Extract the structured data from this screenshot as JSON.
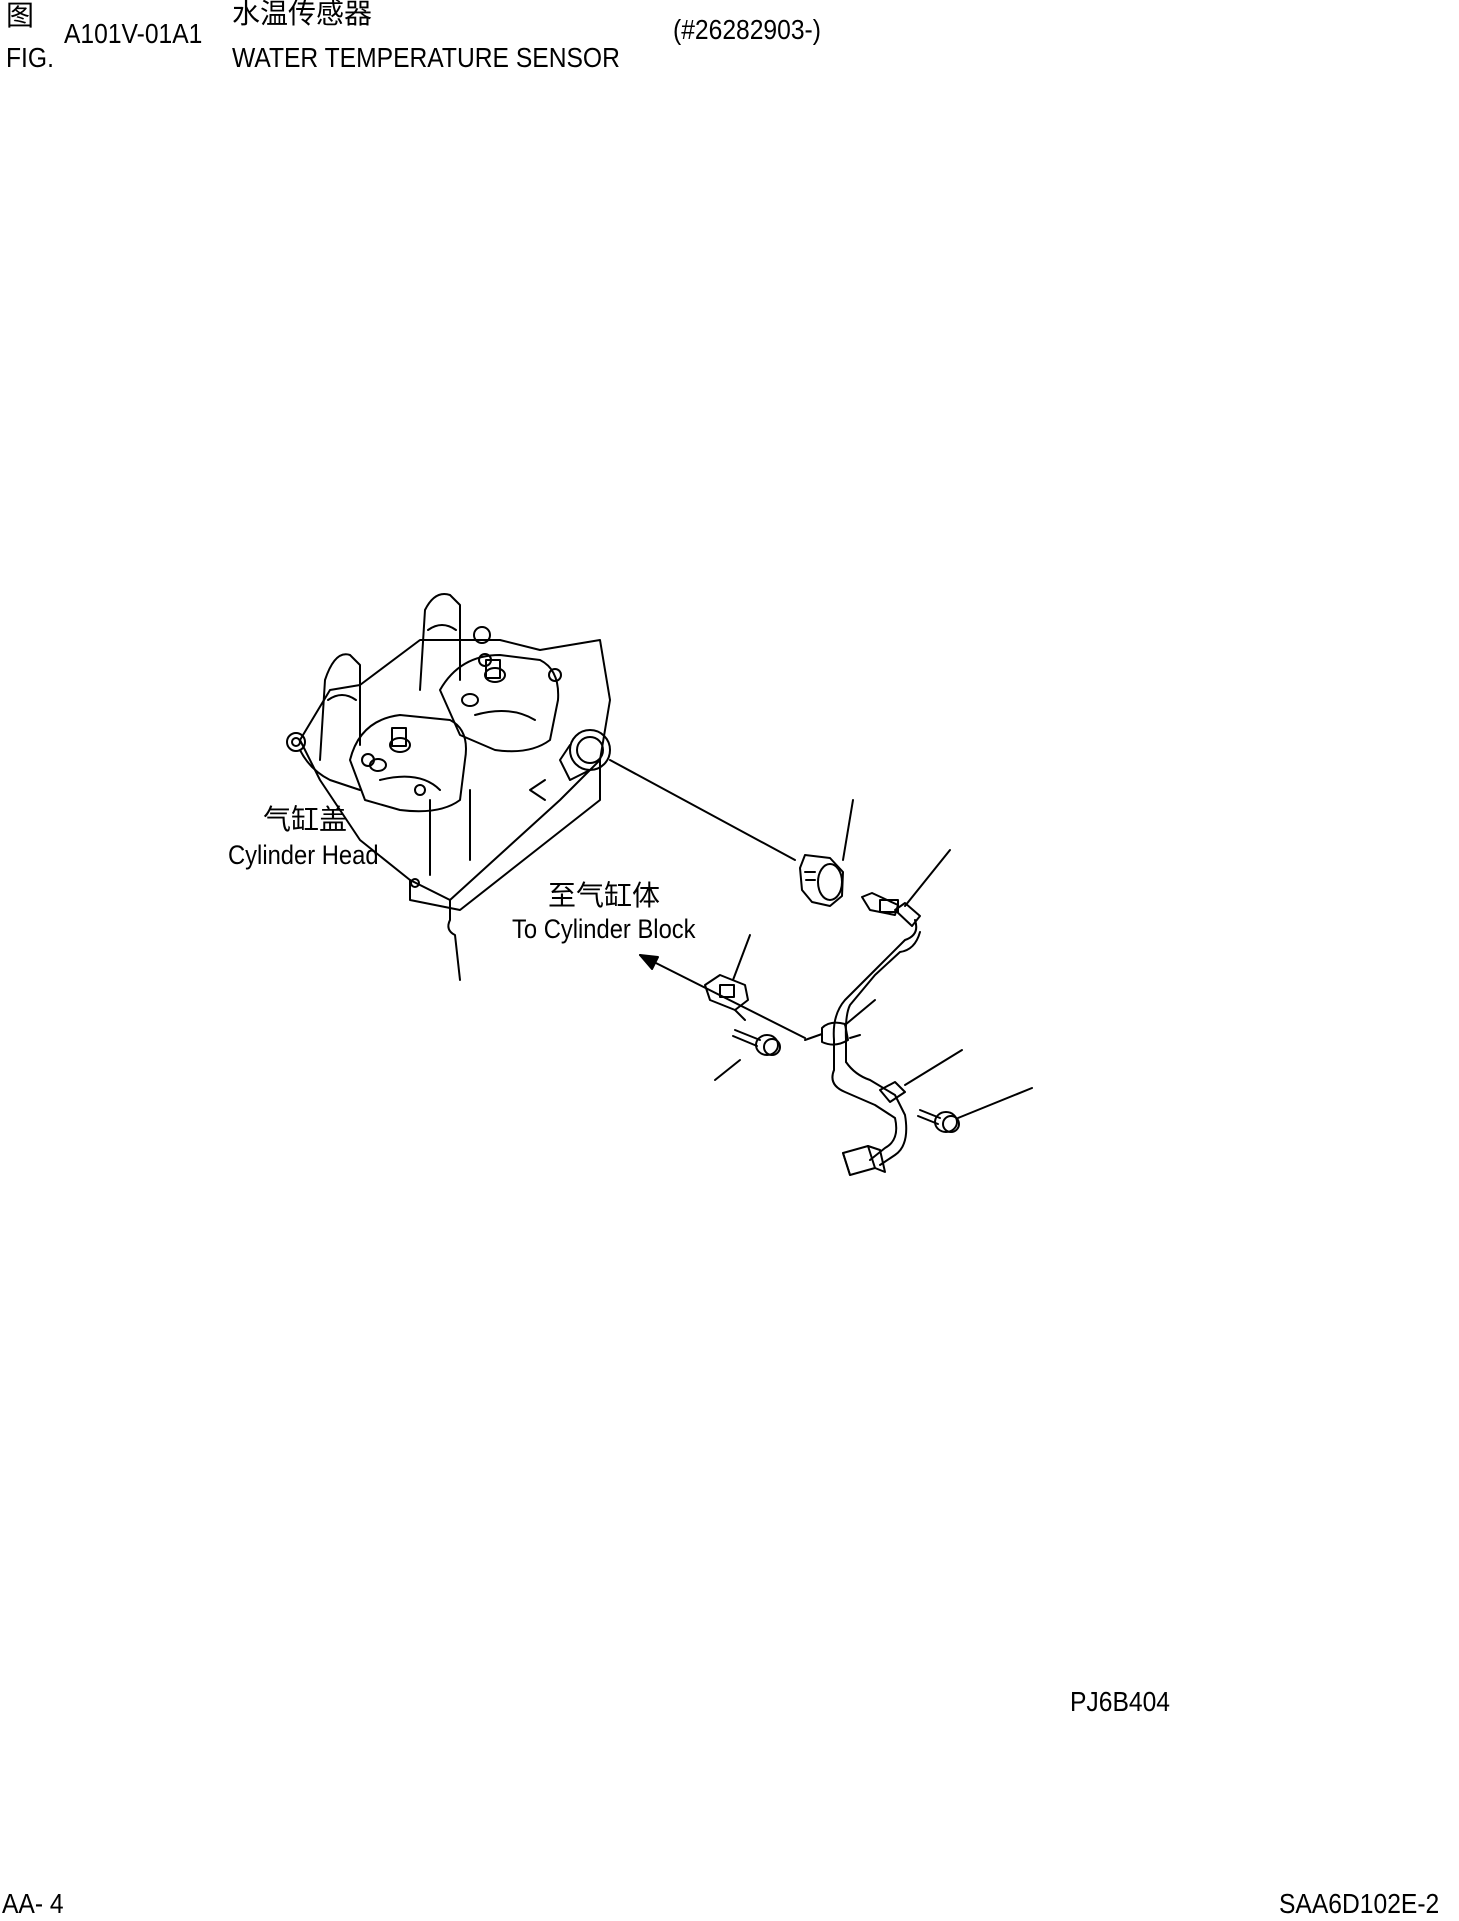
{
  "header": {
    "fig_cn": "图",
    "fig_en": "FIG.",
    "fig_number": "A101V-01A1",
    "title_cn": "水温传感器",
    "title_en": "WATER TEMPERATURE SENSOR",
    "serial": "(#26282903-)"
  },
  "labels": {
    "cylinder_head_cn": "气缸盖",
    "cylinder_head_en": "Cylinder Head",
    "to_block_cn": "至气缸体",
    "to_block_en": "To Cylinder Block"
  },
  "drawing_id": "PJ6B404",
  "footer": {
    "page": "AA- 4",
    "model": "SAA6D102E-2"
  }
}
